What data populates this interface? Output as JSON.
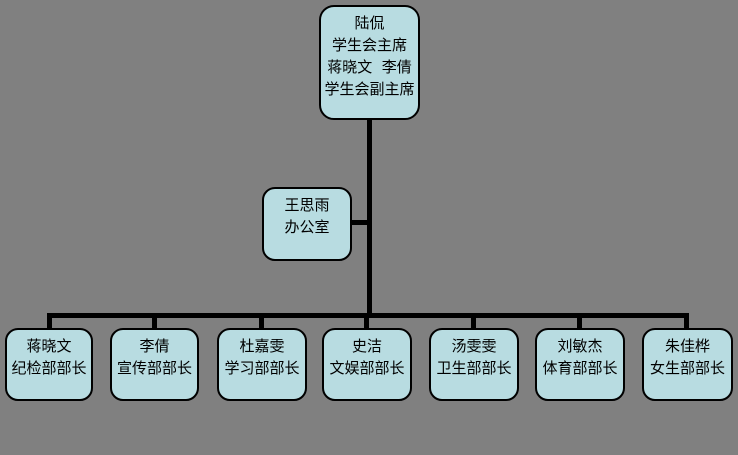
{
  "root": {
    "lines": [
      "陆侃",
      "学生会主席",
      "蒋晓文  李倩",
      "学生会副主席"
    ]
  },
  "office": {
    "lines": [
      "王思雨",
      "办公室"
    ]
  },
  "departments": [
    {
      "name": "蒋晓文",
      "title": "纪检部部长"
    },
    {
      "name": "李倩",
      "title": "宣传部部长"
    },
    {
      "name": "杜嘉雯",
      "title": "学习部部长"
    },
    {
      "name": "史洁",
      "title": "文娱部部长"
    },
    {
      "name": "汤雯雯",
      "title": "卫生部部长"
    },
    {
      "name": "刘敏杰",
      "title": "体育部部长"
    },
    {
      "name": "朱佳桦",
      "title": "女生部部长"
    }
  ],
  "colors": {
    "background": "#808080",
    "box_fill": "#b8dce1",
    "box_border": "#000000",
    "connector": "#000000",
    "text": "#000000"
  }
}
